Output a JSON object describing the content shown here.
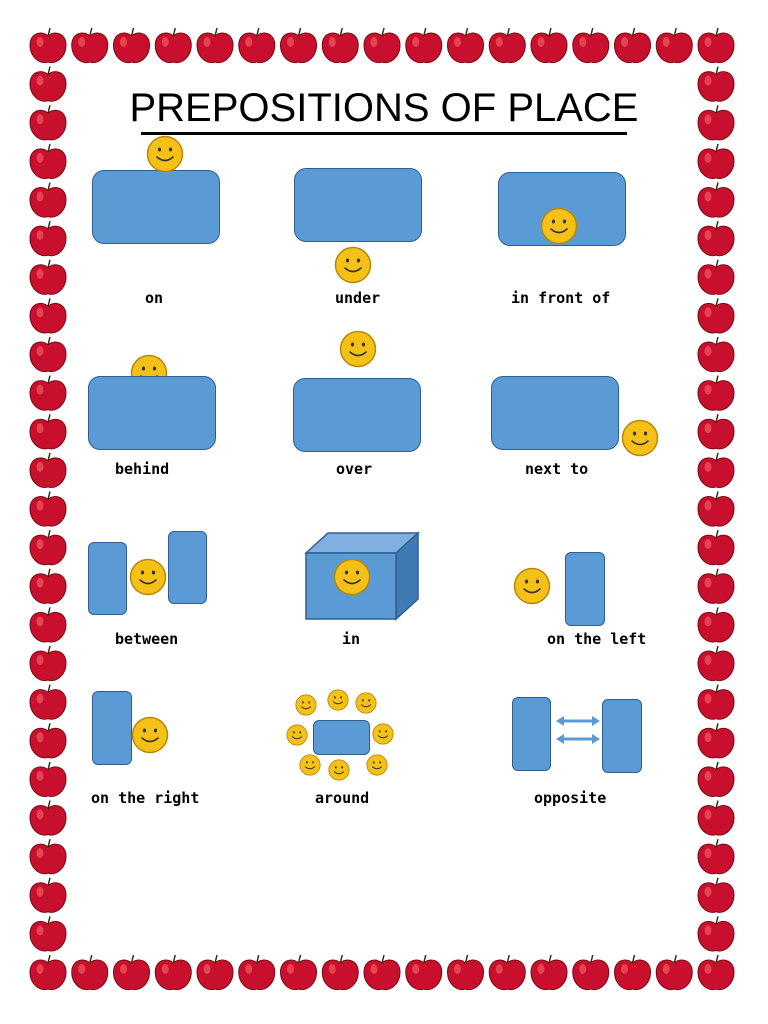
{
  "title": "PREPOSITIONS OF PLACE",
  "colors": {
    "apple": "#c8102e",
    "box": "#5b9bd5",
    "smiley": "#f5c116",
    "border_outline": "#2e5f8f"
  },
  "icons": {
    "border": "apple-icon",
    "character": "smiley-face-icon",
    "arrow": "double-arrow-icon"
  },
  "items": [
    {
      "label": "on"
    },
    {
      "label": "under"
    },
    {
      "label": "in front of"
    },
    {
      "label": "behind"
    },
    {
      "label": "over"
    },
    {
      "label": "next to"
    },
    {
      "label": "between"
    },
    {
      "label": "in"
    },
    {
      "label": "on the left"
    },
    {
      "label": "on the right"
    },
    {
      "label": "around"
    },
    {
      "label": "opposite"
    }
  ]
}
